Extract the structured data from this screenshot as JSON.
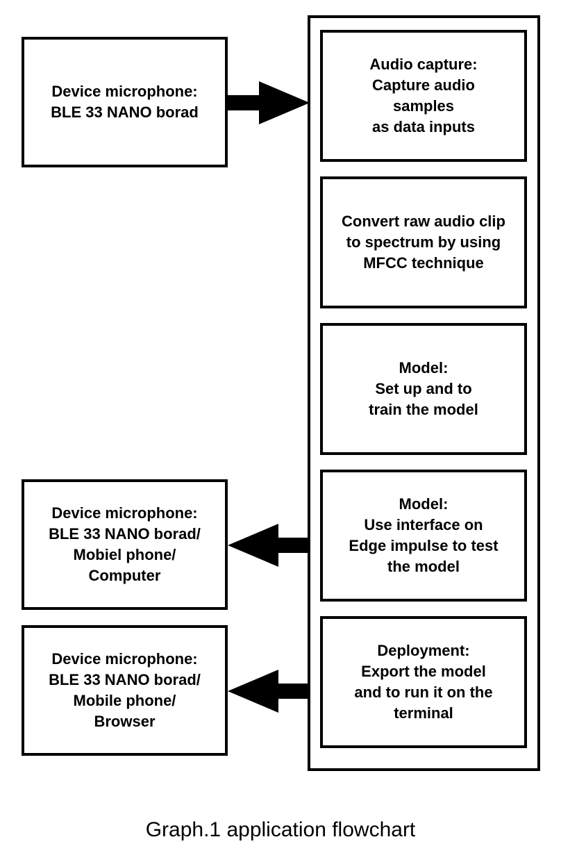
{
  "input_device": {
    "lines": [
      "Device microphone:",
      "BLE 33 NANO borad"
    ]
  },
  "test_device": {
    "lines": [
      "Device microphone:",
      "BLE 33 NANO borad/",
      "Mobiel phone/",
      "Computer"
    ]
  },
  "deploy_device": {
    "lines": [
      "Device microphone:",
      "BLE 33 NANO borad/",
      "Mobile phone/",
      "Browser"
    ]
  },
  "steps": [
    {
      "lines": [
        "Audio capture:",
        "Capture audio",
        "samples",
        "as data inputs"
      ]
    },
    {
      "lines": [
        "Convert raw audio clip",
        "to spectrum by using",
        "MFCC technique"
      ]
    },
    {
      "lines": [
        "Model:",
        "Set up and to",
        "train the model"
      ]
    },
    {
      "lines": [
        "Model:",
        "Use interface on",
        "Edge impulse to test",
        "the model"
      ]
    },
    {
      "lines": [
        "Deployment:",
        "Export the model",
        "and to run it on the",
        "terminal"
      ]
    }
  ],
  "caption": "Graph.1 application flowchart",
  "colors": {
    "stroke": "#000000",
    "background": "#ffffff"
  }
}
